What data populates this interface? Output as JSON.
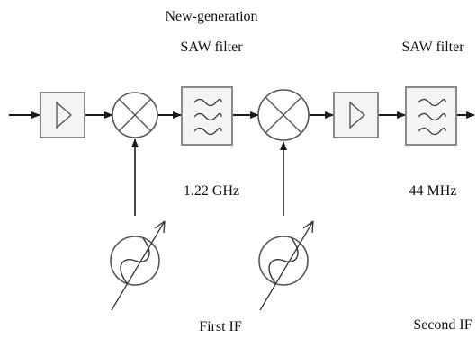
{
  "labels": {
    "new_generation": "New-generation",
    "saw_filter_1": "SAW filter",
    "freq_1": "1.22 GHz",
    "saw_filter_2": "SAW filter",
    "freq_2": "44 MHz",
    "first_if": "First IF",
    "second_if": "Second IF"
  },
  "colors": {
    "line": "#1a1a1a",
    "block_fill": "#f4f4f4",
    "block_border": "#8a8a8a"
  }
}
